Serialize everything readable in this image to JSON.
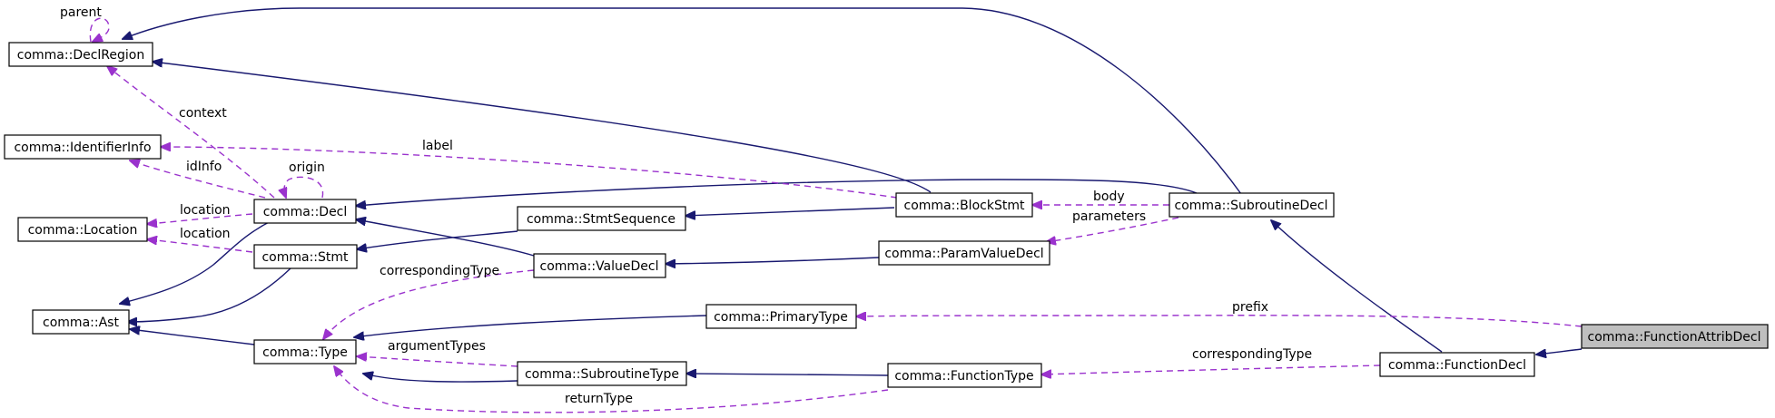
{
  "colors": {
    "inheritance_edge": "#191970",
    "usage_edge": "#9a32cd",
    "highlight_fill": "#bfbfbf"
  },
  "nodes": [
    {
      "id": "DeclRegion",
      "label": "comma::DeclRegion"
    },
    {
      "id": "IdentifierInfo",
      "label": "comma::IdentifierInfo"
    },
    {
      "id": "Location",
      "label": "comma::Location"
    },
    {
      "id": "Ast",
      "label": "comma::Ast"
    },
    {
      "id": "Decl",
      "label": "comma::Decl"
    },
    {
      "id": "Stmt",
      "label": "comma::Stmt"
    },
    {
      "id": "Type",
      "label": "comma::Type"
    },
    {
      "id": "StmtSequence",
      "label": "comma::StmtSequence"
    },
    {
      "id": "ValueDecl",
      "label": "comma::ValueDecl"
    },
    {
      "id": "PrimaryType",
      "label": "comma::PrimaryType"
    },
    {
      "id": "SubroutineType",
      "label": "comma::SubroutineType"
    },
    {
      "id": "BlockStmt",
      "label": "comma::BlockStmt"
    },
    {
      "id": "ParamValueDecl",
      "label": "comma::ParamValueDecl"
    },
    {
      "id": "FunctionType",
      "label": "comma::FunctionType"
    },
    {
      "id": "SubroutineDecl",
      "label": "comma::SubroutineDecl"
    },
    {
      "id": "FunctionDecl",
      "label": "comma::FunctionDecl"
    },
    {
      "id": "FunctionAttribDecl",
      "label": "comma::FunctionAttribDecl"
    }
  ],
  "edge_labels": {
    "parent": "parent",
    "context": "context",
    "label": "label",
    "idInfo": "idInfo",
    "origin": "origin",
    "location_decl": "location",
    "location_stmt": "location",
    "body": "body",
    "parameters": "parameters",
    "correspondingType_value": "correspondingType",
    "prefix": "prefix",
    "argumentTypes": "argumentTypes",
    "correspondingType_function": "correspondingType",
    "returnType": "returnType"
  }
}
